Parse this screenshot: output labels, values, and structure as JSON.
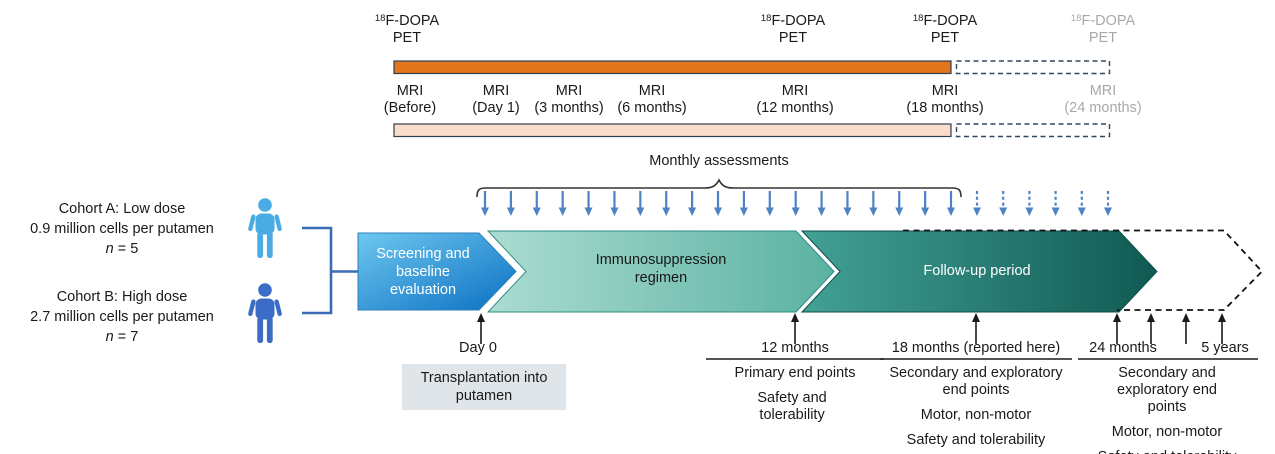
{
  "figure": {
    "imaging": {
      "pet": [
        {
          "sup": "18",
          "name": "F-DOPA",
          "line2": "PET",
          "gray": false
        },
        {
          "sup": "18",
          "name": "F-DOPA",
          "line2": "PET",
          "gray": false
        },
        {
          "sup": "18",
          "name": "F-DOPA",
          "line2": "PET",
          "gray": false
        },
        {
          "sup": "18",
          "name": "F-DOPA",
          "line2": "PET",
          "gray": true
        }
      ],
      "mri": [
        {
          "line1": "MRI",
          "line2": "(Before)",
          "gray": false
        },
        {
          "line1": "MRI",
          "line2": "(Day 1)",
          "gray": false
        },
        {
          "line1": "MRI",
          "line2": "(3 months)",
          "gray": false
        },
        {
          "line1": "MRI",
          "line2": "(6 months)",
          "gray": false
        },
        {
          "line1": "MRI",
          "line2": "(12 months)",
          "gray": false
        },
        {
          "line1": "MRI",
          "line2": "(18 months)",
          "gray": false
        },
        {
          "line1": "MRI",
          "line2": "(24 months)",
          "gray": true
        }
      ]
    },
    "assessments": {
      "label": "Monthly assessments",
      "solid_arrows": 19,
      "dashed_arrows": 6
    },
    "cohorts": [
      {
        "title": "Cohort A: Low dose",
        "dose": "0.9 million cells per putamen",
        "n_var": "n",
        "n_eq": " = 5"
      },
      {
        "title": "Cohort B: High dose",
        "dose": "2.7 million cells per putamen",
        "n_var": "n",
        "n_eq": " = 7"
      }
    ],
    "phases": [
      {
        "label": "Screening and baseline evaluation"
      },
      {
        "label": "Immunosuppression regimen"
      },
      {
        "label": "Follow-up period"
      }
    ],
    "milestones": {
      "day0": {
        "label": "Day 0",
        "note": "Transplantation into putamen"
      },
      "m12": {
        "label": "12 months",
        "items": [
          "Primary end points",
          "Safety and tolerability"
        ]
      },
      "m18": {
        "label": "18 months (reported here)",
        "items": [
          "Secondary and exploratory end points",
          "Motor, non-motor",
          "Safety and tolerability"
        ]
      },
      "m24": {
        "label_24": "24 months",
        "label_5y": "5 years",
        "items": [
          "Secondary and exploratory end points",
          "Motor, non-motor",
          "Safety and tolerability"
        ]
      }
    },
    "colors": {
      "orange": "#e2761d",
      "pink": "#fadcca",
      "barstroke": "#2c3e50",
      "dashstroke": "#33475b",
      "arrowblue": "#4d82c4",
      "chev1a": "#6ec7ef",
      "chev1b": "#0b70c3",
      "chev1stroke": "#2d7fb8",
      "chev2a": "#abdcd1",
      "chev2b": "#5bb2a2",
      "chev2stroke": "#2f8d82",
      "chev3a": "#43a195",
      "chev3b": "#0f5a53",
      "chev3stroke": "#0c4f49",
      "persona": "#4aace4",
      "personb": "#3b6dc6",
      "connector": "#3a6cb5",
      "graybox": "#dfe5e9",
      "graytext": "#a7a9ac",
      "ink": "#1a1a1a"
    }
  }
}
